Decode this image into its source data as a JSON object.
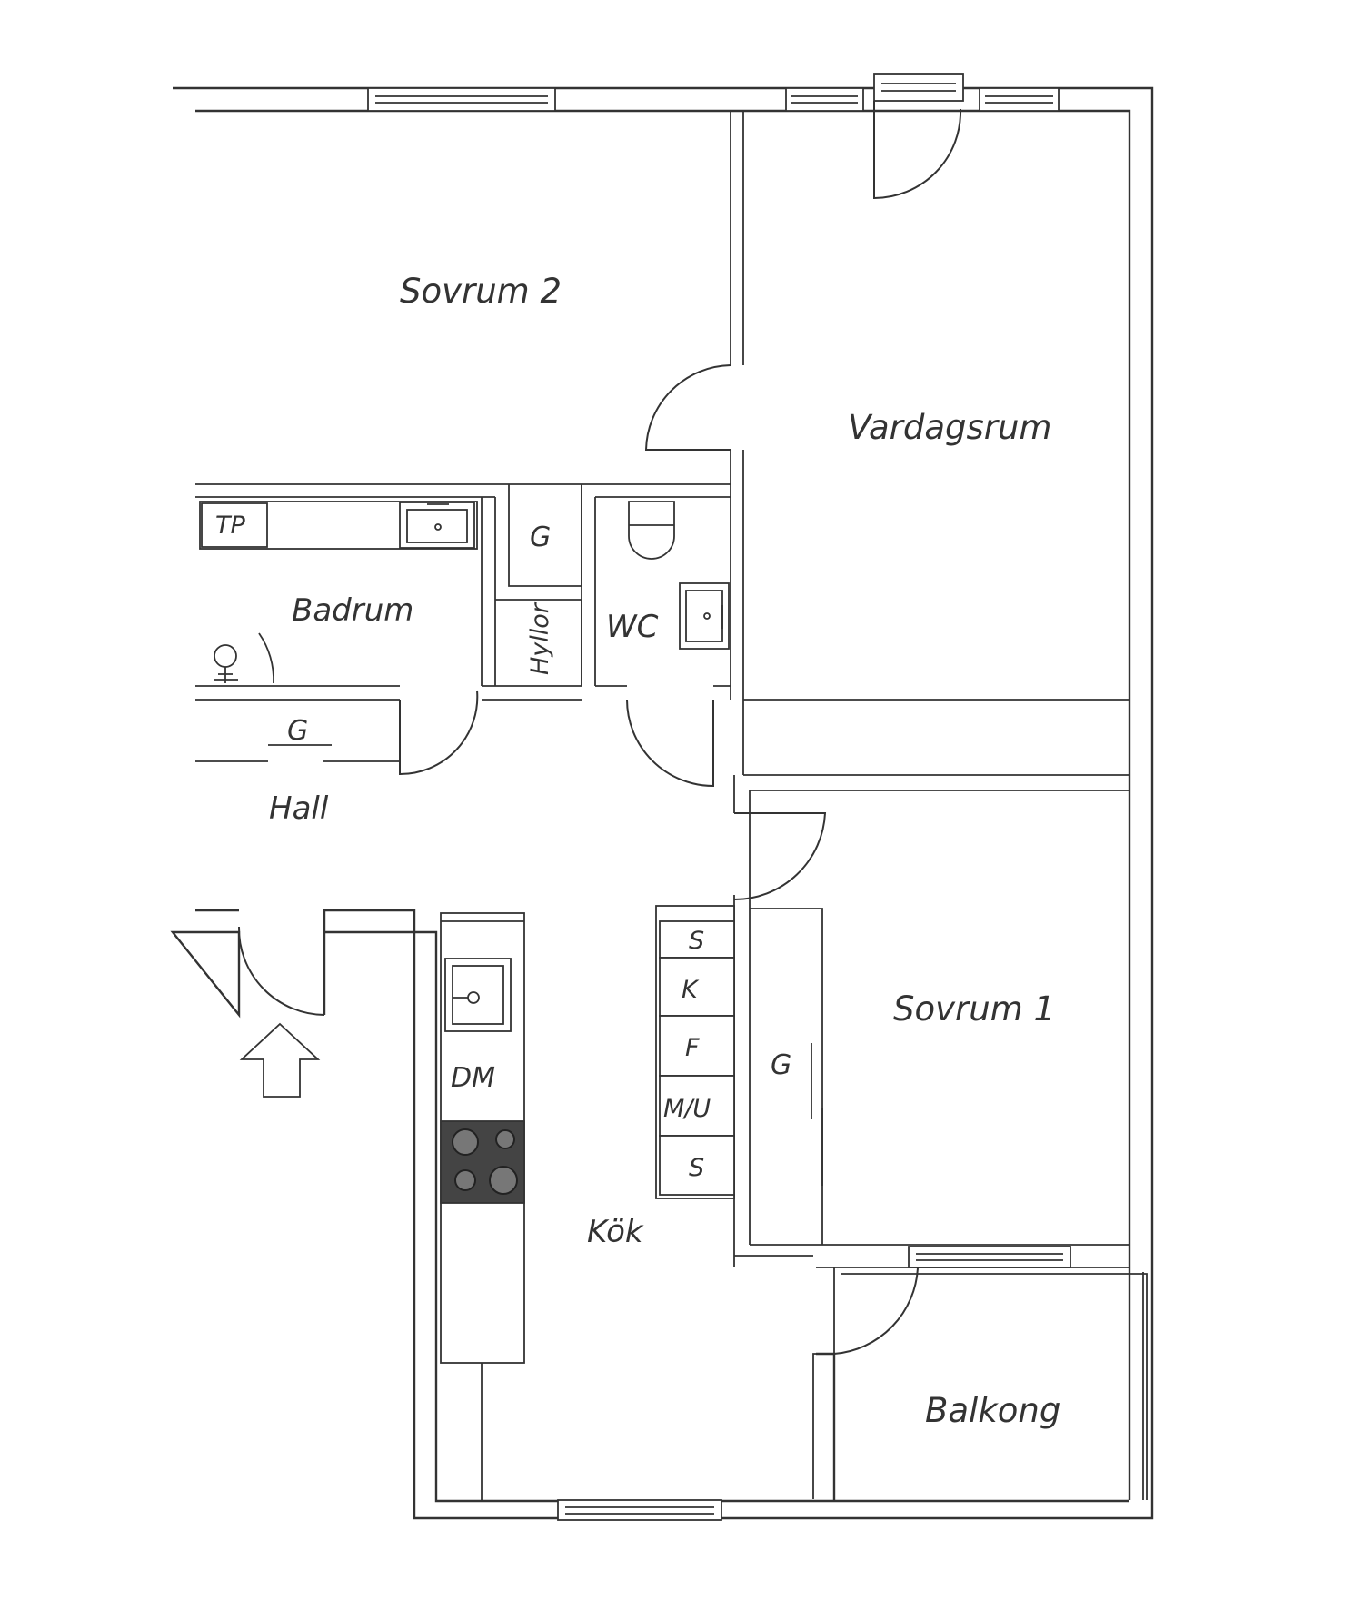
{
  "rooms": {
    "sovrum2": "Sovrum 2",
    "vardagsrum": "Vardagsrum",
    "badrum": "Badrum",
    "wc": "WC",
    "hall": "Hall",
    "kok": "Kök",
    "sovrum1": "Sovrum 1",
    "balkong": "Balkong"
  },
  "fixtures": {
    "tp": "TP",
    "garderob_bath": "G",
    "hyllor": "Hyllor",
    "garderob_hall": "G",
    "dm": "DM",
    "garderob_sovrum1": "G",
    "s_top": "S",
    "k": "K",
    "f": "F",
    "mu": "M/U",
    "s_bottom": "S"
  },
  "colors": {
    "line": "#333333",
    "stove": "#444444",
    "background": "#ffffff"
  },
  "icons": [
    "entrance-arrow-icon",
    "sink-icon",
    "toilet-icon",
    "shower-icon",
    "stove-icon"
  ]
}
